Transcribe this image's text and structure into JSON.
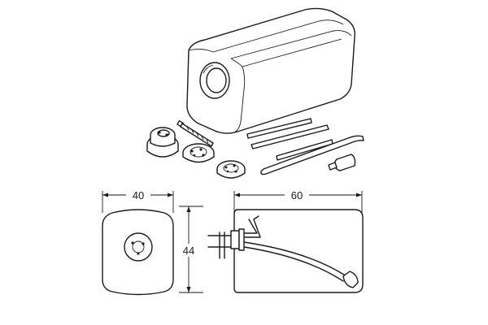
{
  "dimensions": {
    "width_label": "40",
    "length_label": "60",
    "height_label": "44"
  },
  "colors": {
    "line": "#1a1a1a",
    "background": "#ffffff"
  }
}
